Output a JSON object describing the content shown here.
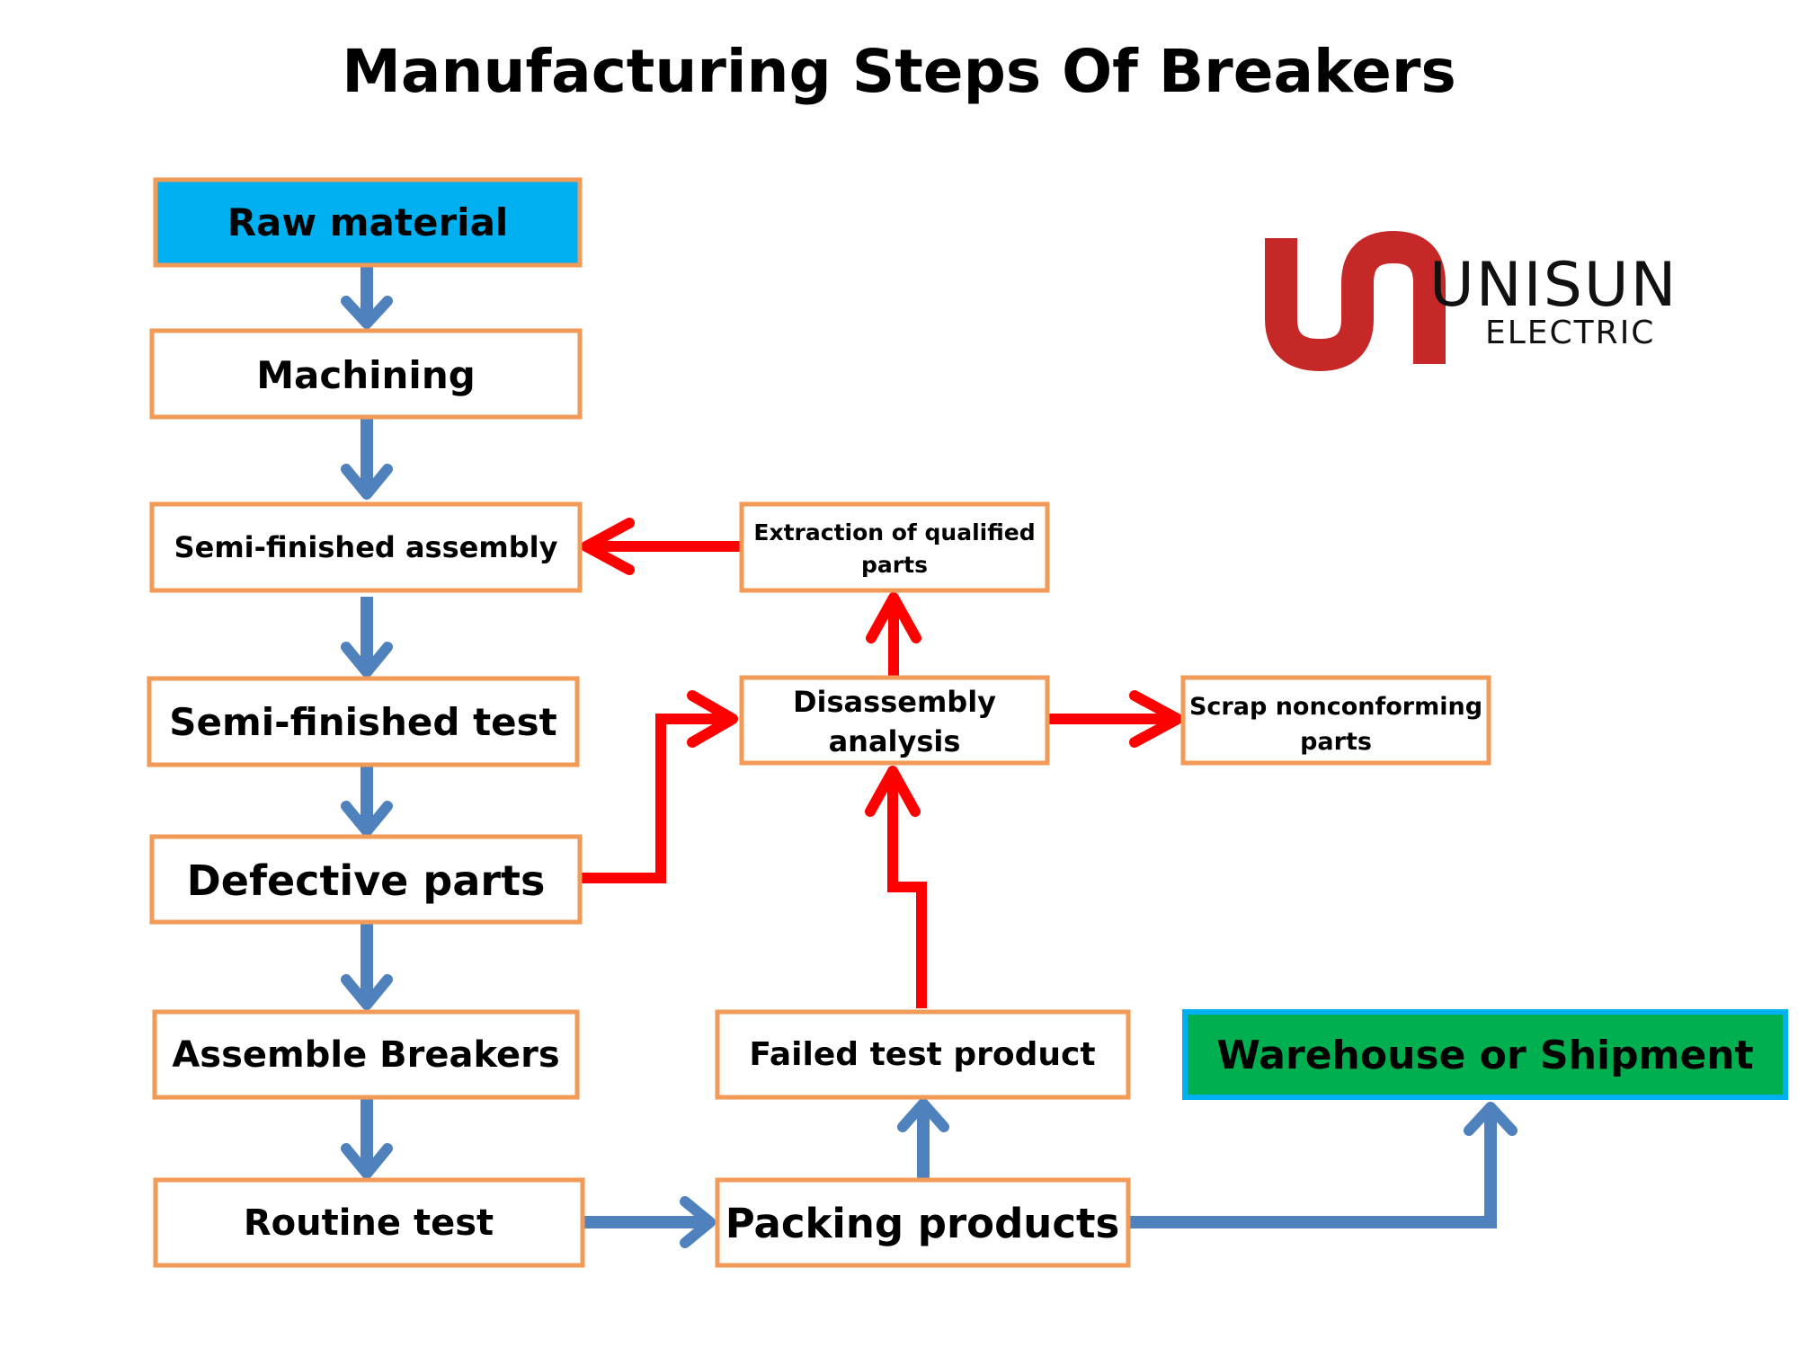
{
  "title": "Manufacturing Steps Of Breakers",
  "logo": {
    "name": "UNISUN",
    "sub": "ELECTRIC",
    "color": "#c62828"
  },
  "steps": {
    "raw_material": "Raw material",
    "machining": "Machining",
    "semi_finished_assembly": "Semi-finished assembly",
    "semi_finished_test": "Semi-finished test",
    "defective_parts": "Defective parts",
    "assemble_breakers": "Assemble Breakers",
    "routine_test": "Routine test",
    "packing_products": "Packing products",
    "failed_test_product": "Failed test product",
    "warehouse_or_shipment": "Warehouse or Shipment",
    "disassembly_analysis_1": "Disassembly",
    "disassembly_analysis_2": "analysis",
    "extraction_1": "Extraction of qualified",
    "extraction_2": "parts",
    "scrap_1": "Scrap nonconforming",
    "scrap_2": "parts"
  },
  "colors": {
    "box_border": "#f29a57",
    "raw_material_fill": "#00b0f0",
    "warehouse_fill": "#00b050",
    "main_flow_arrow": "#4f81bd",
    "defect_flow_arrow": "#ff0000"
  }
}
